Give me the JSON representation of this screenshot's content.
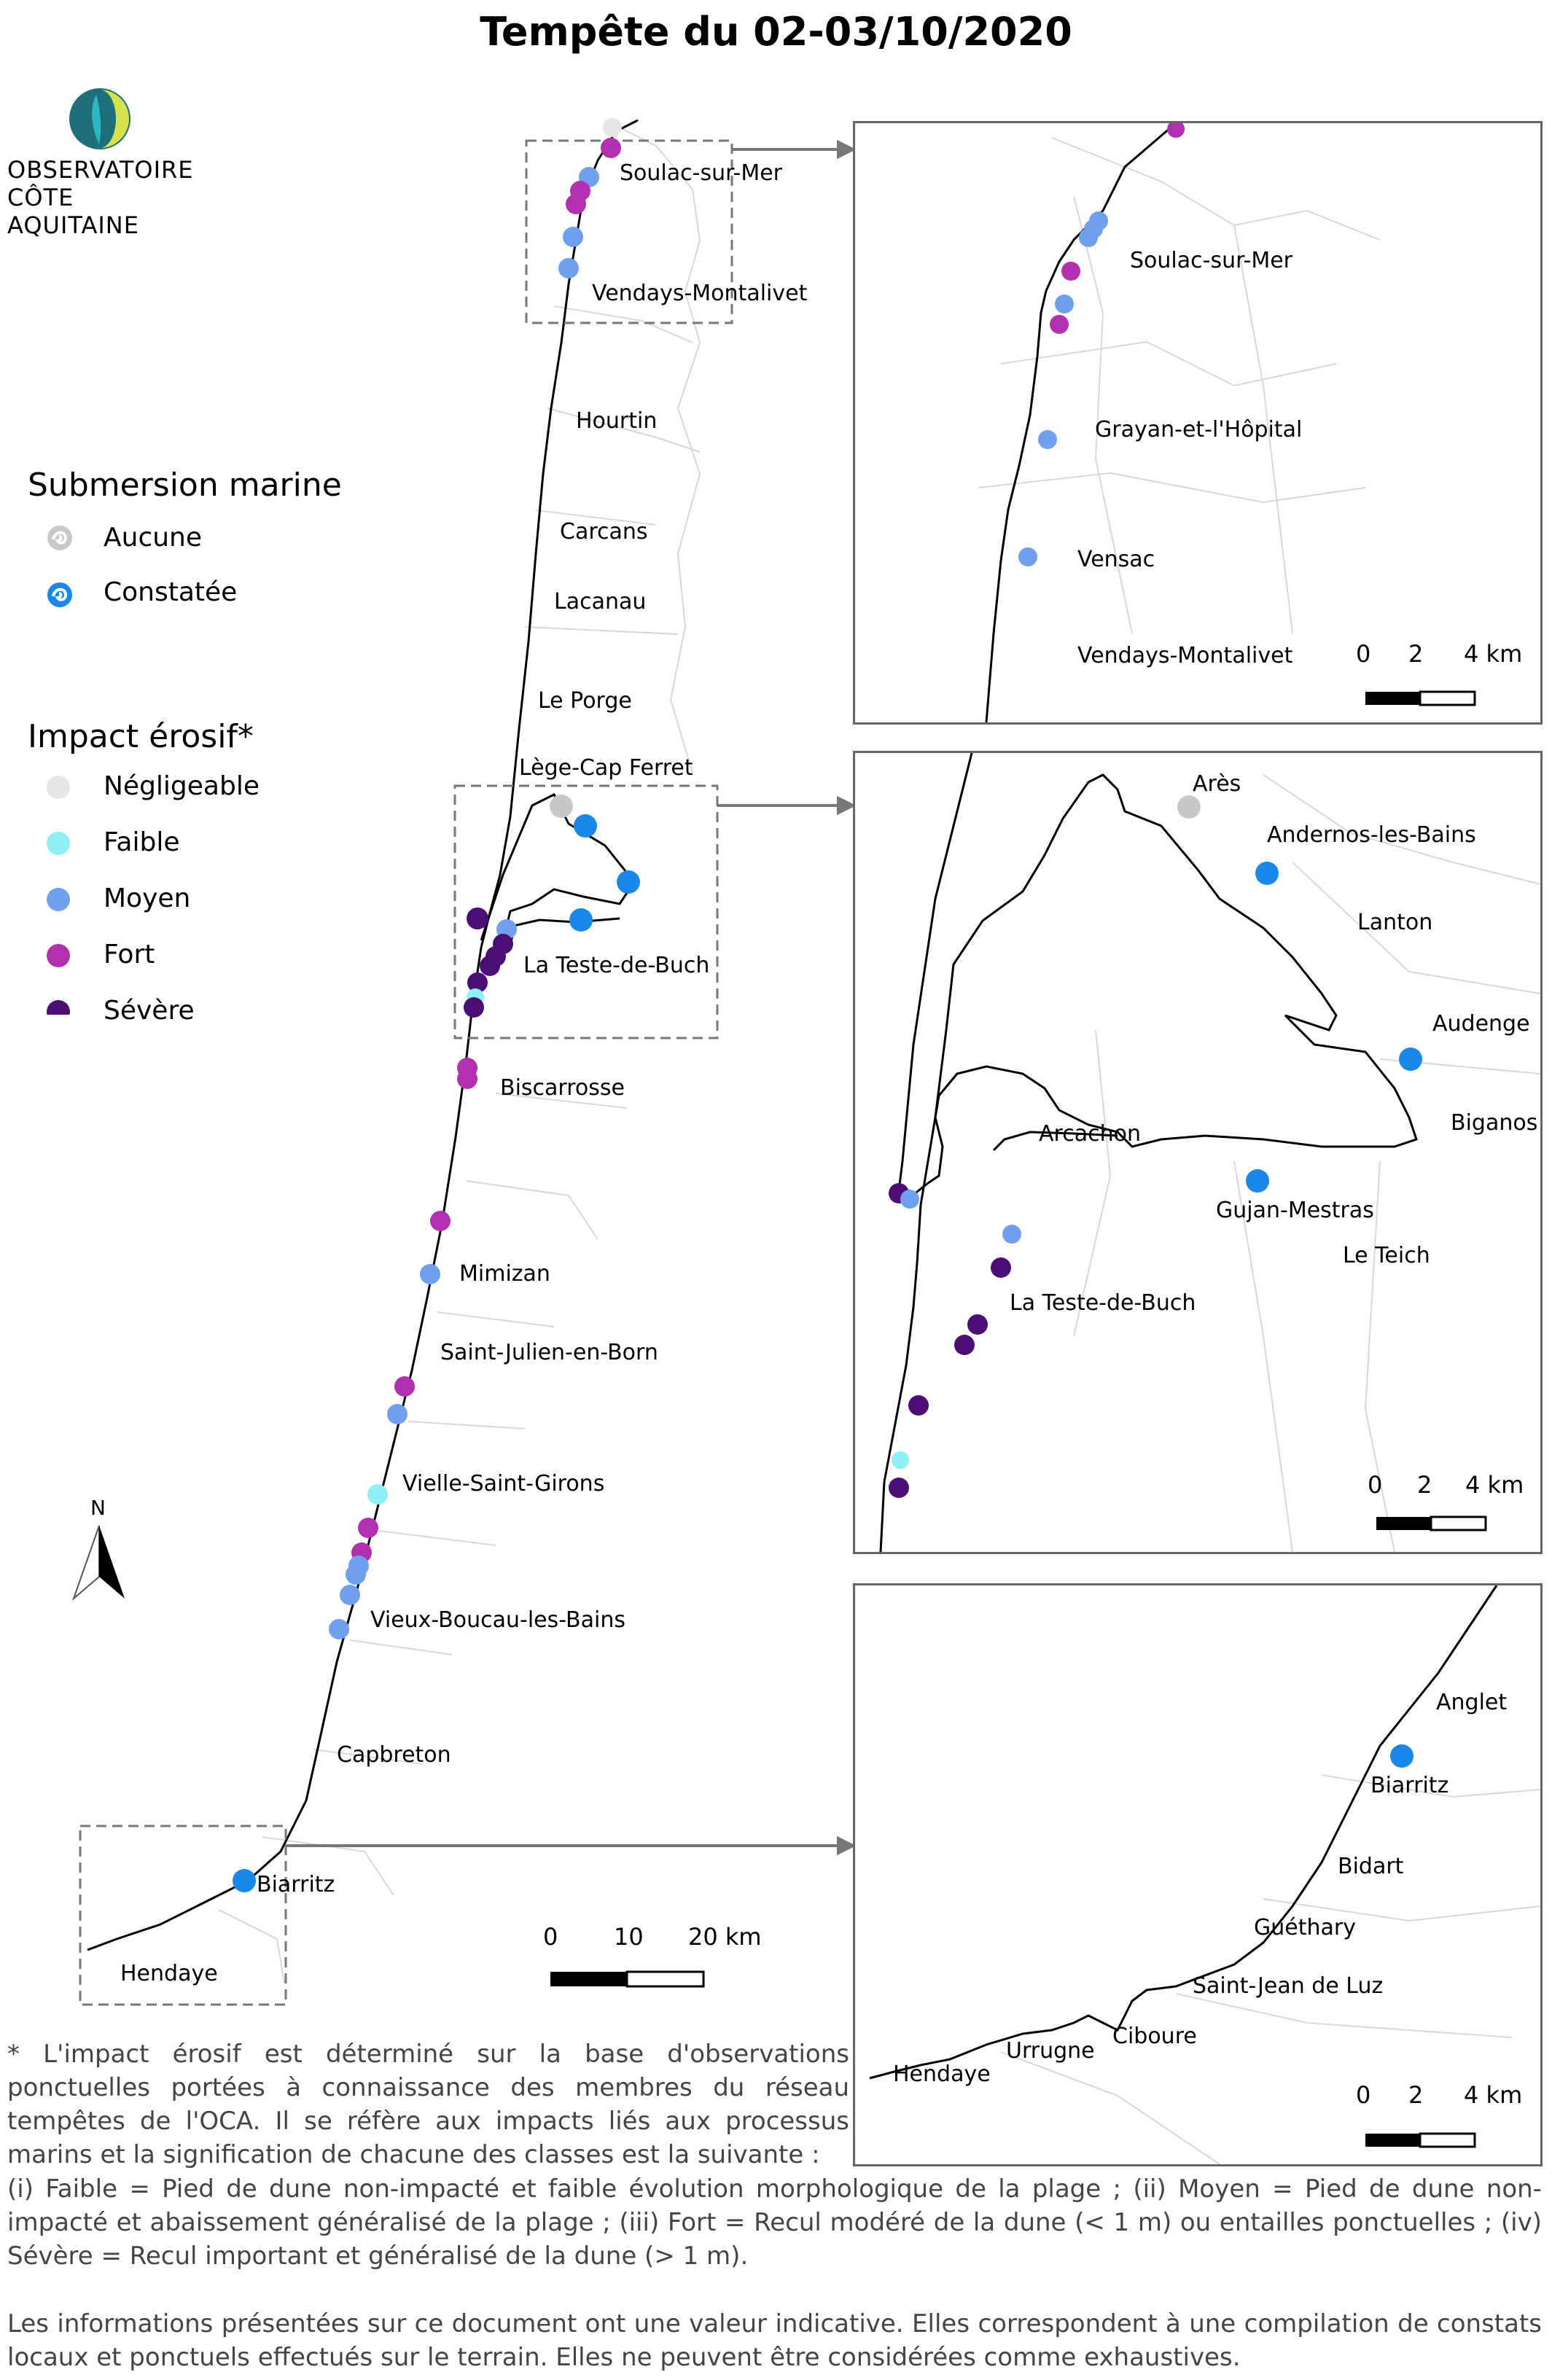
{
  "title": "Tempête du 02-03/10/2020",
  "logo": {
    "line1": "OBSERVATOIRE",
    "line2": "CÔTE AQUITAINE"
  },
  "legend": {
    "submersion_title": "Submersion marine",
    "submersion_items": [
      "Aucune",
      "Constatée"
    ],
    "impact_title": "Impact érosif*",
    "impact_items": [
      "Négligeable",
      "Faible",
      "Moyen",
      "Fort",
      "Sévère"
    ],
    "colors": {
      "negligeable": "#e6e6e6",
      "faible": "#8ff0f5",
      "moyen": "#6fa0ee",
      "fort": "#b22fb0",
      "severe": "#4b0e74",
      "submersion": "#1a88e8",
      "aucune": "#c8c8c8"
    }
  },
  "north": "N",
  "main_map": {
    "towns": [
      "Soulac-sur-Mer",
      "Vendays-Montalivet",
      "Hourtin",
      "Carcans",
      "Lacanau",
      "Le Porge",
      "Lège-Cap Ferret",
      "La Teste-de-Buch",
      "Biscarrosse",
      "Mimizan",
      "Saint-Julien-en-Born",
      "Vielle-Saint-Girons",
      "Vieux-Boucau-les-Bains",
      "Capbreton",
      "Biarritz",
      "Hendaye"
    ],
    "scale": [
      "0",
      "10",
      "20 km"
    ]
  },
  "inset_north": {
    "towns": [
      "Soulac-sur-Mer",
      "Grayan-et-l'Hôpital",
      "Vensac",
      "Vendays-Montalivet"
    ],
    "scale": [
      "0",
      "2",
      "4 km"
    ]
  },
  "inset_arcachon": {
    "towns": [
      "Arès",
      "Andernos-les-Bains",
      "Lanton",
      "Audenge",
      "Biganos",
      "Arcachon",
      "Gujan-Mestras",
      "Le Teich",
      "La Teste-de-Buch"
    ],
    "scale": [
      "0",
      "2",
      "4 km"
    ]
  },
  "inset_south": {
    "towns": [
      "Anglet",
      "Biarritz",
      "Bidart",
      "Guéthary",
      "Saint-Jean de Luz",
      "Ciboure",
      "Urrugne",
      "Hendaye"
    ],
    "scale": [
      "0",
      "2",
      "4 km"
    ]
  },
  "footnote": "* L'impact érosif est déterminé sur la base d'observations ponctuelles portées à connaissance des membres du réseau tempêtes de l'OCA. Il se réfère aux impacts liés aux processus marins et la signification de chacune des classes est la suivante :",
  "footnote2": "(i) Faible = Pied de dune non-impacté et faible évolution morphologique de la plage ; (ii) Moyen = Pied de dune non-impacté et abaissement généralisé de la plage ; (iii) Fort = Recul modéré de la dune (< 1 m) ou entailles ponctuelles ; (iv) Sévère = Recul important et généralisé de la dune (> 1 m).",
  "footnote3": "Les informations présentées sur ce document ont une valeur indicative. Elles correspondent à une compilation de constats locaux et ponctuels effectués sur le terrain. Elles ne peuvent être considérées comme exhaustives."
}
